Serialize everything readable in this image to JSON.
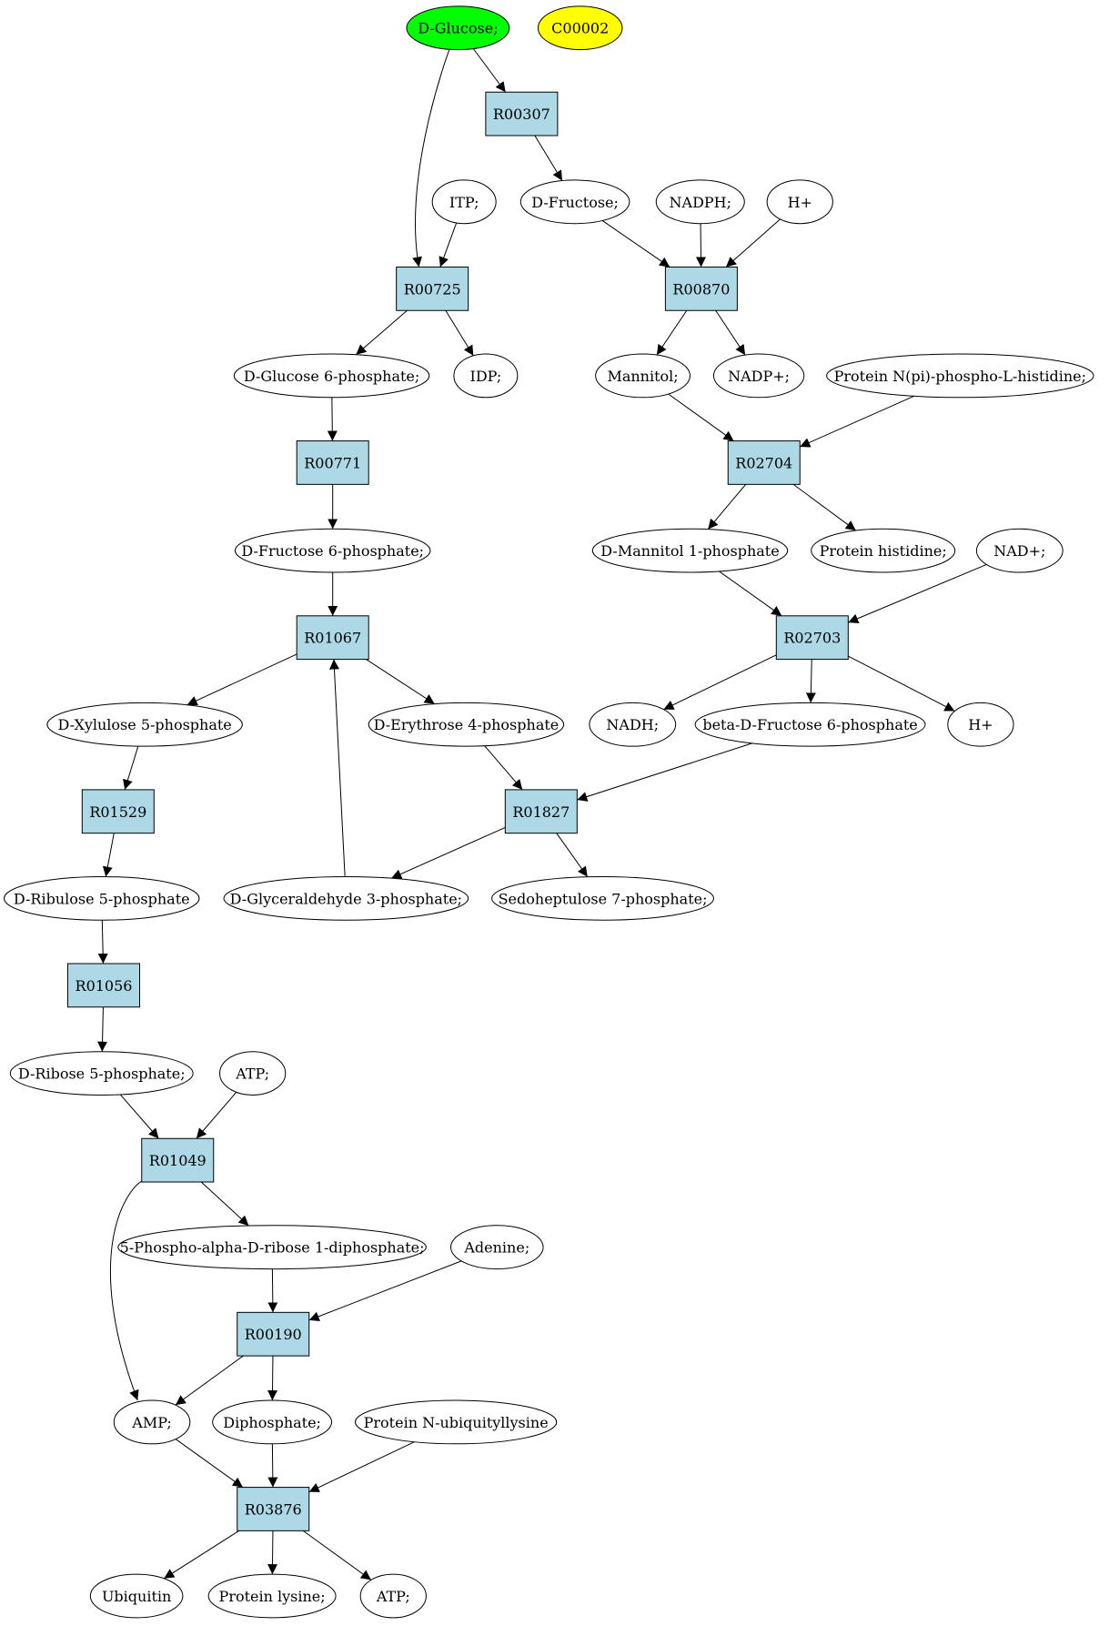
{
  "graph": {
    "nodes": [
      {
        "id": "glucose",
        "label": "D-Glucose;",
        "shape": "ellipse",
        "fill": "#00ff00"
      },
      {
        "id": "c00002",
        "label": "C00002",
        "shape": "ellipse",
        "fill": "#ffff00"
      },
      {
        "id": "r00307",
        "label": "R00307",
        "shape": "box",
        "fill": "#add8e6"
      },
      {
        "id": "itp",
        "label": "ITP;",
        "shape": "ellipse",
        "fill": "#ffffff"
      },
      {
        "id": "fructose",
        "label": "D-Fructose;",
        "shape": "ellipse",
        "fill": "#ffffff"
      },
      {
        "id": "nadph",
        "label": "NADPH;",
        "shape": "ellipse",
        "fill": "#ffffff"
      },
      {
        "id": "hplus1",
        "label": "H+",
        "shape": "ellipse",
        "fill": "#ffffff"
      },
      {
        "id": "r00725",
        "label": "R00725",
        "shape": "box",
        "fill": "#add8e6"
      },
      {
        "id": "r00870",
        "label": "R00870",
        "shape": "box",
        "fill": "#add8e6"
      },
      {
        "id": "g6p",
        "label": "D-Glucose 6-phosphate;",
        "shape": "ellipse",
        "fill": "#ffffff"
      },
      {
        "id": "idp",
        "label": "IDP;",
        "shape": "ellipse",
        "fill": "#ffffff"
      },
      {
        "id": "mannitol",
        "label": "Mannitol;",
        "shape": "ellipse",
        "fill": "#ffffff"
      },
      {
        "id": "nadpplus",
        "label": "NADP+;",
        "shape": "ellipse",
        "fill": "#ffffff"
      },
      {
        "id": "protnpi",
        "label": "Protein N(pi)-phospho-L-histidine;",
        "shape": "ellipse",
        "fill": "#ffffff"
      },
      {
        "id": "r00771",
        "label": "R00771",
        "shape": "box",
        "fill": "#add8e6"
      },
      {
        "id": "r02704",
        "label": "R02704",
        "shape": "box",
        "fill": "#add8e6"
      },
      {
        "id": "f6p",
        "label": "D-Fructose 6-phosphate;",
        "shape": "ellipse",
        "fill": "#ffffff"
      },
      {
        "id": "dm1p",
        "label": "D-Mannitol 1-phosphate",
        "shape": "ellipse",
        "fill": "#ffffff"
      },
      {
        "id": "prothis",
        "label": "Protein histidine;",
        "shape": "ellipse",
        "fill": "#ffffff"
      },
      {
        "id": "nadplus",
        "label": "NAD+;",
        "shape": "ellipse",
        "fill": "#ffffff"
      },
      {
        "id": "r01067",
        "label": "R01067",
        "shape": "box",
        "fill": "#add8e6"
      },
      {
        "id": "r02703",
        "label": "R02703",
        "shape": "box",
        "fill": "#add8e6"
      },
      {
        "id": "xu5p",
        "label": "D-Xylulose 5-phosphate",
        "shape": "ellipse",
        "fill": "#ffffff"
      },
      {
        "id": "e4p",
        "label": "D-Erythrose 4-phosphate",
        "shape": "ellipse",
        "fill": "#ffffff"
      },
      {
        "id": "nadh",
        "label": "NADH;",
        "shape": "ellipse",
        "fill": "#ffffff"
      },
      {
        "id": "bdf6p",
        "label": "beta-D-Fructose 6-phosphate",
        "shape": "ellipse",
        "fill": "#ffffff"
      },
      {
        "id": "hplus2",
        "label": "H+",
        "shape": "ellipse",
        "fill": "#ffffff"
      },
      {
        "id": "r01529",
        "label": "R01529",
        "shape": "box",
        "fill": "#add8e6"
      },
      {
        "id": "r01827",
        "label": "R01827",
        "shape": "box",
        "fill": "#add8e6"
      },
      {
        "id": "ru5p",
        "label": "D-Ribulose 5-phosphate",
        "shape": "ellipse",
        "fill": "#ffffff"
      },
      {
        "id": "g3p",
        "label": "D-Glyceraldehyde 3-phosphate;",
        "shape": "ellipse",
        "fill": "#ffffff"
      },
      {
        "id": "s7p",
        "label": "Sedoheptulose 7-phosphate;",
        "shape": "ellipse",
        "fill": "#ffffff"
      },
      {
        "id": "r01056",
        "label": "R01056",
        "shape": "box",
        "fill": "#add8e6"
      },
      {
        "id": "r5p",
        "label": "D-Ribose 5-phosphate;",
        "shape": "ellipse",
        "fill": "#ffffff"
      },
      {
        "id": "atp1",
        "label": "ATP;",
        "shape": "ellipse",
        "fill": "#ffffff"
      },
      {
        "id": "r01049",
        "label": "R01049",
        "shape": "box",
        "fill": "#add8e6"
      },
      {
        "id": "prpp",
        "label": "5-Phospho-alpha-D-ribose 1-diphosphate;",
        "shape": "ellipse",
        "fill": "#ffffff"
      },
      {
        "id": "adenine",
        "label": "Adenine;",
        "shape": "ellipse",
        "fill": "#ffffff"
      },
      {
        "id": "r00190",
        "label": "R00190",
        "shape": "box",
        "fill": "#add8e6"
      },
      {
        "id": "amp",
        "label": "AMP;",
        "shape": "ellipse",
        "fill": "#ffffff"
      },
      {
        "id": "ppi",
        "label": "Diphosphate;",
        "shape": "ellipse",
        "fill": "#ffffff"
      },
      {
        "id": "protnub",
        "label": "Protein N-ubiquityllysine",
        "shape": "ellipse",
        "fill": "#ffffff"
      },
      {
        "id": "r03876",
        "label": "R03876",
        "shape": "box",
        "fill": "#add8e6"
      },
      {
        "id": "ubiquitin",
        "label": "Ubiquitin",
        "shape": "ellipse",
        "fill": "#ffffff"
      },
      {
        "id": "protlys",
        "label": "Protein lysine;",
        "shape": "ellipse",
        "fill": "#ffffff"
      },
      {
        "id": "atp2",
        "label": "ATP;",
        "shape": "ellipse",
        "fill": "#ffffff"
      }
    ],
    "edges": [
      [
        "glucose",
        "r00307"
      ],
      [
        "glucose",
        "r00725"
      ],
      [
        "r00307",
        "fructose"
      ],
      [
        "itp",
        "r00725"
      ],
      [
        "fructose",
        "r00870"
      ],
      [
        "nadph",
        "r00870"
      ],
      [
        "hplus1",
        "r00870"
      ],
      [
        "r00725",
        "g6p"
      ],
      [
        "r00725",
        "idp"
      ],
      [
        "r00870",
        "mannitol"
      ],
      [
        "r00870",
        "nadpplus"
      ],
      [
        "mannitol",
        "r02704"
      ],
      [
        "protnpi",
        "r02704"
      ],
      [
        "g6p",
        "r00771"
      ],
      [
        "r00771",
        "f6p"
      ],
      [
        "r02704",
        "dm1p"
      ],
      [
        "r02704",
        "prothis"
      ],
      [
        "f6p",
        "r01067"
      ],
      [
        "dm1p",
        "r02703"
      ],
      [
        "nadplus",
        "r02703"
      ],
      [
        "r01067",
        "xu5p"
      ],
      [
        "r01067",
        "e4p"
      ],
      [
        "g3p",
        "r01067"
      ],
      [
        "r02703",
        "nadh"
      ],
      [
        "r02703",
        "bdf6p"
      ],
      [
        "r02703",
        "hplus2"
      ],
      [
        "xu5p",
        "r01529"
      ],
      [
        "e4p",
        "r01827"
      ],
      [
        "bdf6p",
        "r01827"
      ],
      [
        "r01529",
        "ru5p"
      ],
      [
        "r01827",
        "g3p"
      ],
      [
        "r01827",
        "s7p"
      ],
      [
        "ru5p",
        "r01056"
      ],
      [
        "r01056",
        "r5p"
      ],
      [
        "r5p",
        "r01049"
      ],
      [
        "atp1",
        "r01049"
      ],
      [
        "r01049",
        "prpp"
      ],
      [
        "r01049",
        "amp"
      ],
      [
        "prpp",
        "r00190"
      ],
      [
        "adenine",
        "r00190"
      ],
      [
        "r00190",
        "amp"
      ],
      [
        "r00190",
        "ppi"
      ],
      [
        "amp",
        "r03876"
      ],
      [
        "ppi",
        "r03876"
      ],
      [
        "protnub",
        "r03876"
      ],
      [
        "r03876",
        "ubiquitin"
      ],
      [
        "r03876",
        "protlys"
      ],
      [
        "r03876",
        "atp2"
      ]
    ]
  }
}
